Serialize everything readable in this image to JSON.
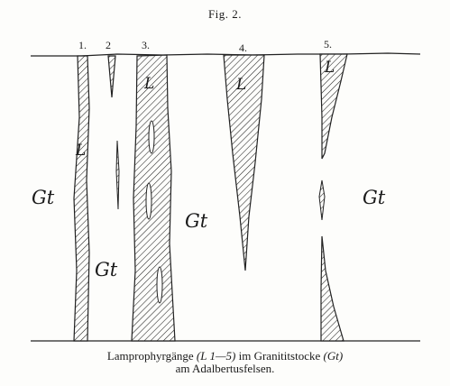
{
  "figure": {
    "title": "Fig. 2.",
    "dike_numbers": [
      "1.",
      "2",
      "3.",
      "4.",
      "5."
    ],
    "rock_labels": {
      "granitite": "Gt",
      "lamprophyre": "L"
    },
    "caption": {
      "part1": "Lamprophyrgänge ",
      "part2": "(L 1—5)",
      "part3": " im Granititstocke ",
      "part4": "(Gt)",
      "line2": "am Adalbertusfelsen."
    }
  }
}
